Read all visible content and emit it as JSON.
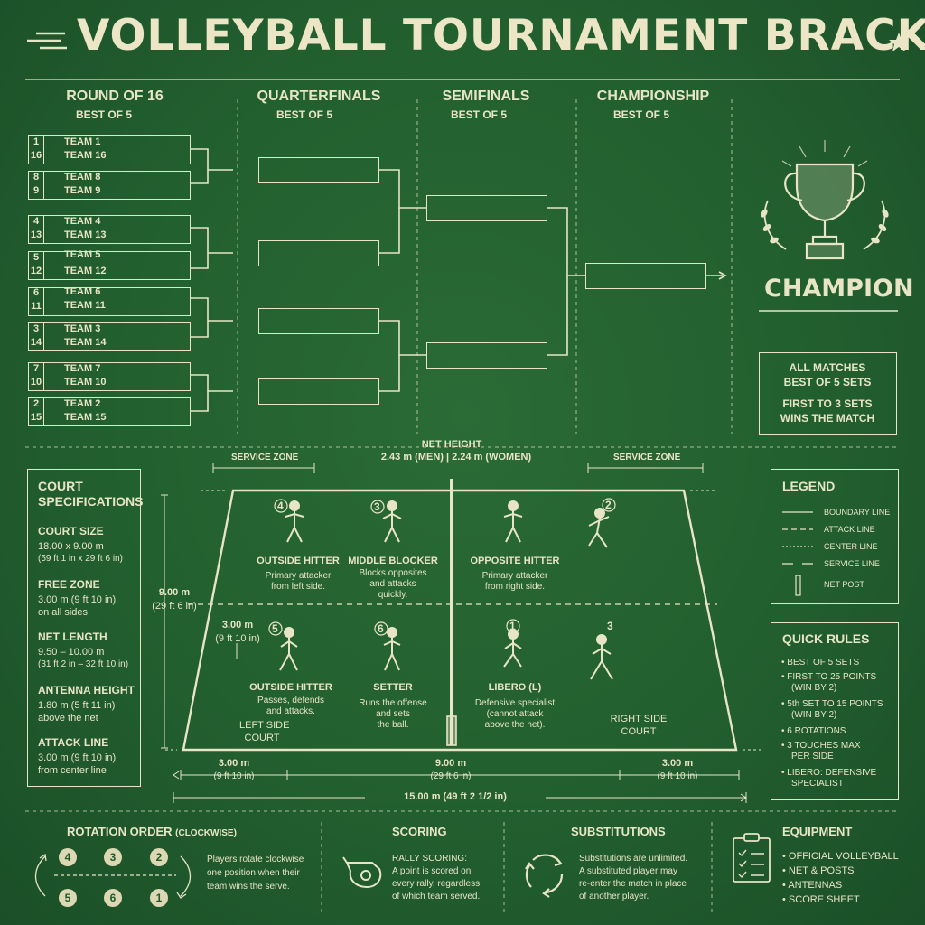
{
  "title": "VOLLEYBALL TOURNAMENT BRACKET",
  "rounds": [
    {
      "name": "ROUND OF 16",
      "format": "BEST OF 5"
    },
    {
      "name": "QUARTERFINALS",
      "format": "BEST OF 5"
    },
    {
      "name": "SEMIFINALS",
      "format": "BEST OF 5"
    },
    {
      "name": "CHAMPIONSHIP",
      "format": "BEST OF 5"
    }
  ],
  "round_of_16": [
    {
      "seeds": [
        "1",
        "16"
      ],
      "teams": [
        "TEAM 1",
        "TEAM 16"
      ]
    },
    {
      "seeds": [
        "8",
        "9"
      ],
      "teams": [
        "TEAM 8",
        "TEAM 9"
      ]
    },
    {
      "seeds": [
        "4",
        "13"
      ],
      "teams": [
        "TEAM 4",
        "TEAM 13"
      ]
    },
    {
      "seeds": [
        "5",
        "12"
      ],
      "teams": [
        "TEAM 5",
        "TEAM 12"
      ]
    },
    {
      "seeds": [
        "6",
        "11"
      ],
      "teams": [
        "TEAM 6",
        "TEAM 11"
      ]
    },
    {
      "seeds": [
        "3",
        "14"
      ],
      "teams": [
        "TEAM 3",
        "TEAM 14"
      ]
    },
    {
      "seeds": [
        "7",
        "10"
      ],
      "teams": [
        "TEAM 7",
        "TEAM 10"
      ]
    },
    {
      "seeds": [
        "2",
        "15"
      ],
      "teams": [
        "TEAM 2",
        "TEAM 15"
      ]
    }
  ],
  "champion": {
    "label": "CHAMPION"
  },
  "match_note": {
    "line1": "ALL MATCHES",
    "line2": "BEST OF 5 SETS",
    "line3": "FIRST TO 3 SETS",
    "line4": "WINS THE MATCH"
  },
  "court_specs": {
    "heading1": "COURT",
    "heading2": "SPECIFICATIONS",
    "items": [
      {
        "label": "COURT SIZE",
        "lines": [
          "18.00 x 9.00 m",
          "(59 ft 1 in x 29 ft 6 in)"
        ]
      },
      {
        "label": "FREE ZONE",
        "lines": [
          "3.00 m (9 ft 10 in)",
          "on all sides"
        ]
      },
      {
        "label": "NET LENGTH",
        "lines": [
          "9.50 – 10.00 m",
          "(31 ft 2 in – 32 ft 10 in)"
        ]
      },
      {
        "label": "ANTENNA HEIGHT",
        "lines": [
          "1.80 m (5 ft 11 in)",
          "above the net"
        ]
      },
      {
        "label": "ATTACK LINE",
        "lines": [
          "3.00 m (9 ft 10 in)",
          "from center line"
        ]
      }
    ]
  },
  "court": {
    "net_height_label": "NET HEIGHT",
    "net_height_value": "2.43 m (MEN) | 2.24 m (WOMEN)",
    "service_zone": "SERVICE ZONE",
    "depth1": "9.00 m",
    "depth2": "(29 ft 6 in)",
    "attack1": "3.00 m",
    "attack2": "(9 ft 10 in)",
    "left_side1": "LEFT SIDE",
    "left_side2": "COURT",
    "right_side1": "RIGHT SIDE",
    "right_side2": "COURT",
    "dim_left1": "3.00 m",
    "dim_left2": "(9 ft 10 in)",
    "dim_mid1": "9.00 m",
    "dim_mid2": "(29 ft 6 in)",
    "dim_right1": "3.00 m",
    "dim_right2": "(9 ft 10 in)",
    "total": "15.00 m (49 ft 2 1/2 in)",
    "players": [
      {
        "num": "4",
        "name": "OUTSIDE HITTER",
        "desc": [
          "Primary attacker",
          "from left side."
        ]
      },
      {
        "num": "3",
        "name": "MIDDLE BLOCKER",
        "desc": [
          "Blocks opposites",
          "and attacks",
          "quickly."
        ]
      },
      {
        "num": "",
        "name": "OPPOSITE HITTER",
        "desc": [
          "Primary attacker",
          "from right side."
        ]
      },
      {
        "num": "2",
        "name": "",
        "desc": []
      },
      {
        "num": "5",
        "name": "OUTSIDE HITTER",
        "desc": [
          "Passes, defends",
          "and attacks."
        ]
      },
      {
        "num": "6",
        "name": "SETTER",
        "desc": [
          "Runs the offense",
          "and sets",
          "the ball."
        ]
      },
      {
        "num": "1",
        "name": "LIBERO (L)",
        "desc": [
          "Defensive specialist",
          "(cannot attack",
          "above the net)."
        ]
      },
      {
        "num": "3",
        "name": "",
        "desc": []
      }
    ]
  },
  "legend": {
    "heading": "LEGEND",
    "items": [
      "BOUNDARY LINE",
      "ATTACK LINE",
      "CENTER LINE",
      "SERVICE LINE",
      "NET POST"
    ]
  },
  "quick_rules": {
    "heading": "QUICK RULES",
    "items": [
      [
        "BEST OF 5 SETS"
      ],
      [
        "FIRST TO 25 POINTS",
        "(WIN BY 2)"
      ],
      [
        "5th SET TO 15 POINTS",
        "(WIN BY 2)"
      ],
      [
        "6 ROTATIONS"
      ],
      [
        "3 TOUCHES MAX",
        "PER SIDE"
      ],
      [
        "LIBERO: DEFENSIVE",
        "SPECIALIST"
      ]
    ]
  },
  "rotation": {
    "heading": "ROTATION ORDER",
    "heading_note": "(CLOCKWISE)",
    "top": [
      "4",
      "3",
      "2"
    ],
    "bottom": [
      "5",
      "6",
      "1"
    ],
    "text": [
      "Players rotate clockwise",
      "one position when their",
      "team wins the serve."
    ]
  },
  "scoring": {
    "heading": "SCORING",
    "text": [
      "RALLY SCORING:",
      "A point is scored on",
      "every rally, regardless",
      "of which team served."
    ]
  },
  "substitutions": {
    "heading": "SUBSTITUTIONS",
    "text": [
      "Substitutions are unlimited.",
      "A substituted player may",
      "re-enter the match in place",
      "of another player."
    ]
  },
  "equipment": {
    "heading": "EQUIPMENT",
    "items": [
      "OFFICIAL VOLLEYBALL",
      "NET & POSTS",
      "ANTENNAS",
      "SCORE SHEET"
    ]
  },
  "colors": {
    "background": "#225f2f",
    "chalk": "#e8e4c6"
  },
  "icons": [
    "trophy-icon",
    "laurel-icon",
    "whistle-icon",
    "rotation-arrows-icon",
    "clipboard-icon",
    "star-icon",
    "player-figure-icon"
  ]
}
